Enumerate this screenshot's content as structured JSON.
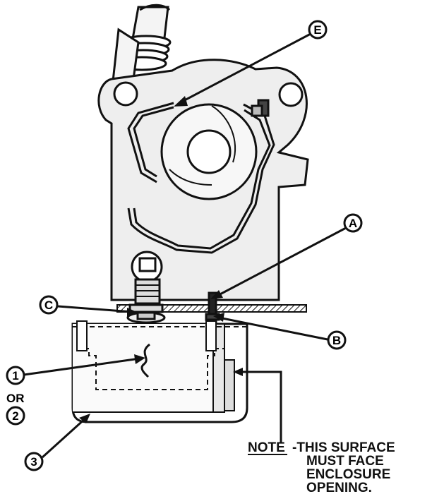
{
  "callouts": {
    "a": "A",
    "b": "B",
    "c": "C",
    "e": "E",
    "one": "1",
    "or": "OR",
    "two": "2",
    "three": "3"
  },
  "note": {
    "label": "NOTE",
    "line1": "-THIS SURFACE",
    "line2": "MUST FACE",
    "line3": "ENCLOSURE",
    "line4": "OPENING."
  },
  "colors": {
    "ink": "#111111",
    "body_fill": "#eeeeee",
    "shade": "#d8d8d8",
    "paper": "#ffffff"
  }
}
